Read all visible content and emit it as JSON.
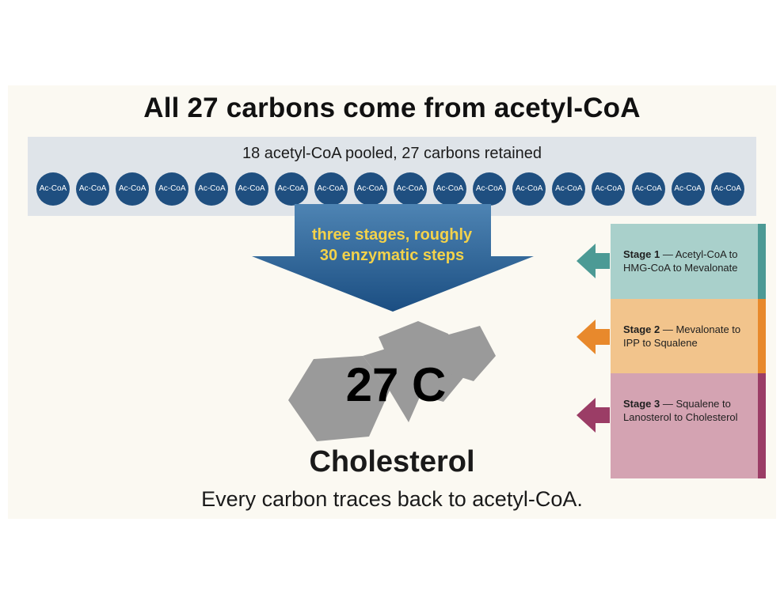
{
  "title": "All 27 carbons come from acetyl-CoA",
  "pool": {
    "caption": "18 acetyl-CoA pooled, 27 carbons retained",
    "unit_label": "Ac-CoA",
    "unit_count": 18
  },
  "arrow": {
    "line1": "three stages, roughly",
    "line2": "30 enzymatic steps"
  },
  "product": {
    "carbon_count": "27 C",
    "name": "Cholesterol",
    "takeaway": "Every carbon traces back to acetyl-CoA."
  },
  "stages": [
    {
      "label": "Stage 1",
      "text": " — Acetyl-CoA to HMG-CoA to Mevalonate",
      "bg": "#a9d0cb",
      "accent": "#4c9a95"
    },
    {
      "label": "Stage 2",
      "text": " — Mevalonate to IPP to Squalene",
      "bg": "#f2c48c",
      "accent": "#e8892c"
    },
    {
      "label": "Stage 3",
      "text": " — Squalene to Lanosterol to Cholesterol",
      "bg": "#d4a3b2",
      "accent": "#9b3d66"
    }
  ],
  "colors": {
    "coa_fill": "#1f4f80",
    "arrow_top": "#4e84b3",
    "arrow_bottom": "#1b4e82",
    "arrow_text": "#f3d24a",
    "molecule": "#9a9a9a"
  }
}
